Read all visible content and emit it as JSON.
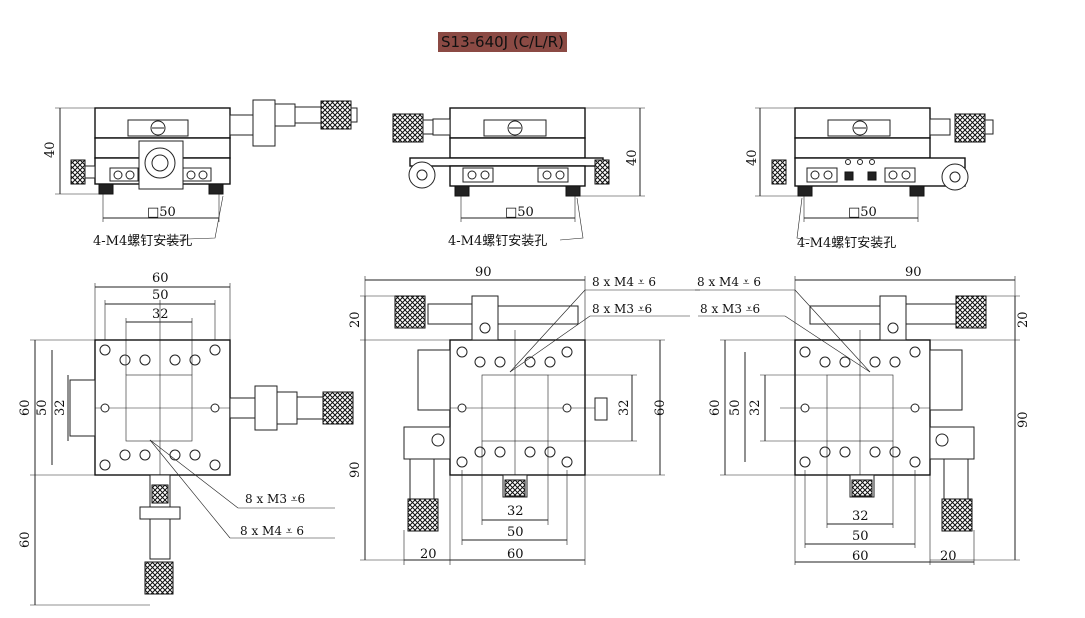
{
  "title": "S13-640J (C/L/R)",
  "mount_label": "4-M4螺钉安装孔",
  "dims": {
    "d20": "20",
    "d32": "32",
    "d40": "40",
    "d50": "50",
    "d60": "60",
    "d90": "90",
    "sq50": "□50"
  },
  "holes": {
    "m3": "8 x M3 ⩡6",
    "m4": "8 x M4 ⩡ 6"
  }
}
